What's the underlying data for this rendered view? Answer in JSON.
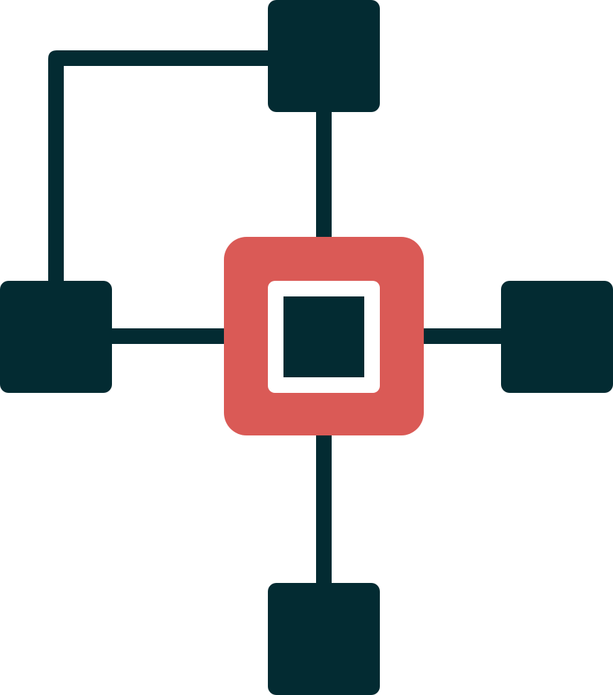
{
  "icon": {
    "name": "network-hub-icon",
    "colors": {
      "node": "#032B32",
      "hub": "#DA5A56",
      "hub_inner_gap": "#FFFFFF",
      "hub_core": "#032B32",
      "connector": "#032B32",
      "background": "#FFFFFF"
    },
    "nodes": [
      "top",
      "left",
      "right",
      "bottom"
    ],
    "hub": "center"
  }
}
